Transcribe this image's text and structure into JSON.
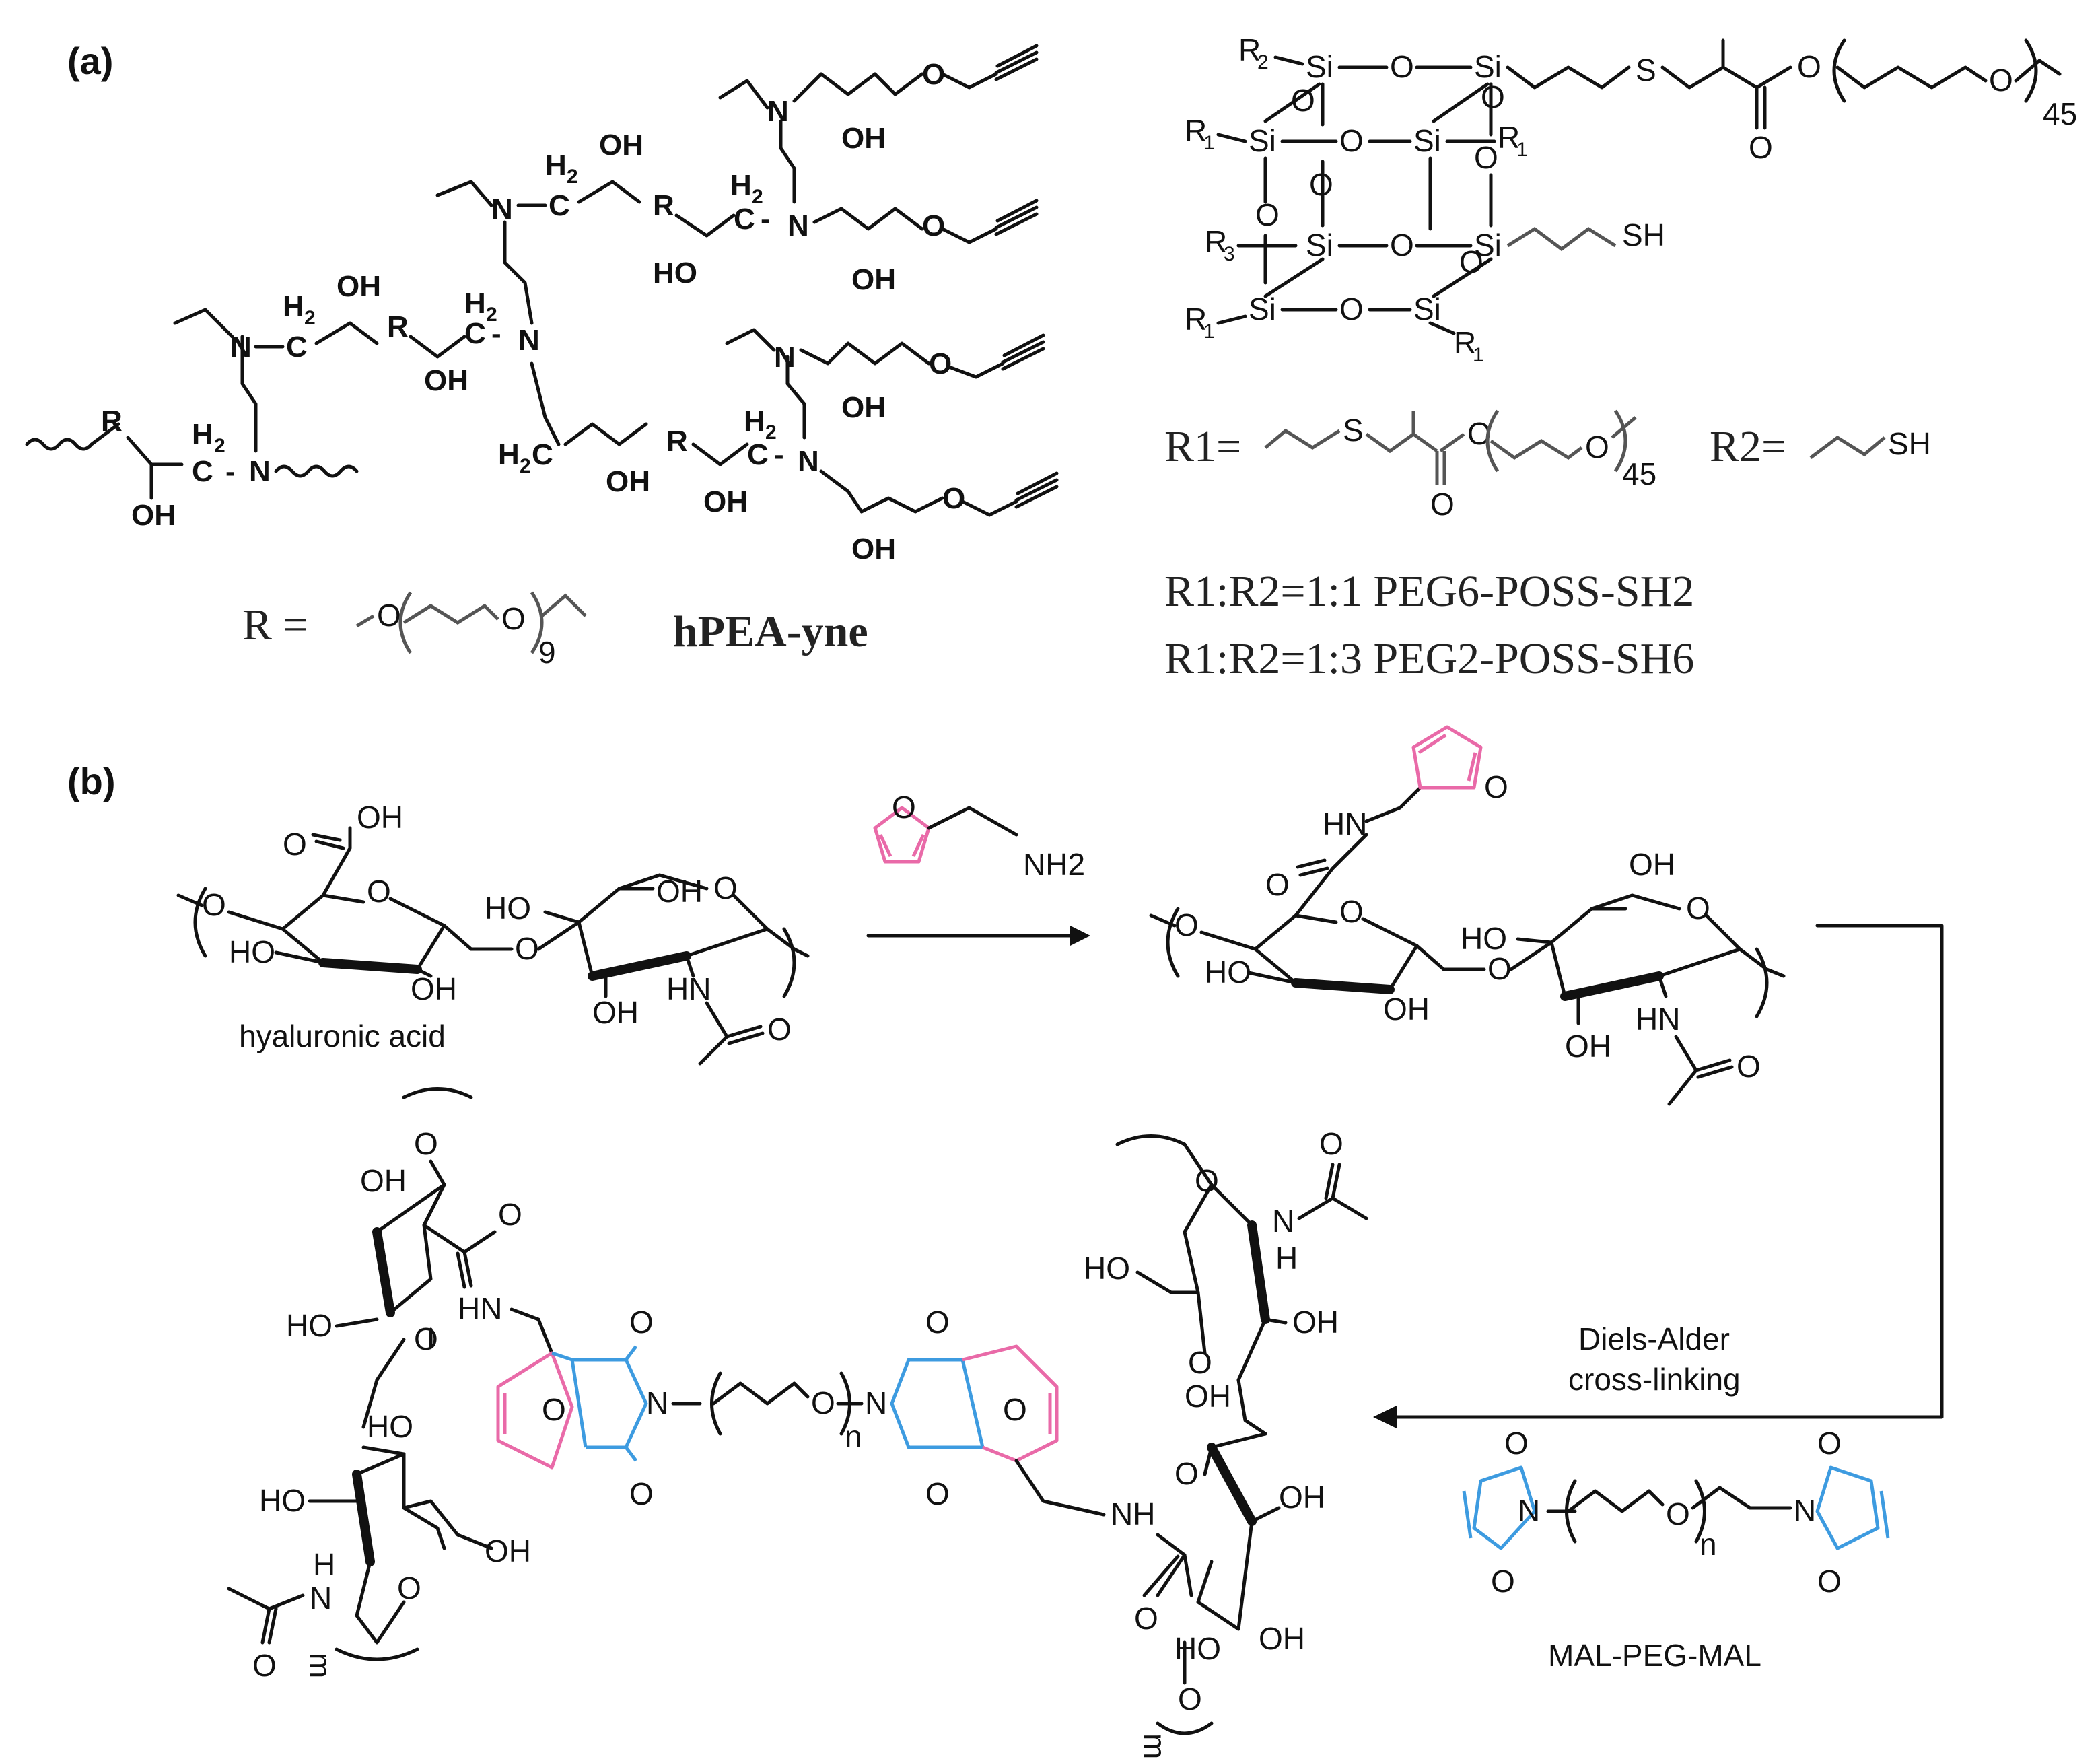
{
  "panels": {
    "a_label": "(a)",
    "b_label": "(b)"
  },
  "hpea": {
    "name": "hPEA-yne",
    "r_def_prefix": "R =",
    "r_repeat": "9",
    "atoms": [
      "N",
      "OH",
      "H2",
      "C",
      "R",
      "HO",
      "O"
    ]
  },
  "poss": {
    "r1_def": "R1=",
    "r1_repeat": "45",
    "r2_def": "R2=",
    "sh": "SH",
    "ratio_1": "R1:R2=1:1  PEG6-POSS-SH2",
    "ratio_2": "R1:R2=1:3  PEG2-POSS-SH6",
    "main_repeat": "45",
    "atoms": [
      "Si",
      "O",
      "S",
      "R1",
      "R2",
      "R3",
      "SH"
    ]
  },
  "scheme": {
    "hyaluronic_acid": "hyaluronic acid",
    "reagent_amine": "NH2",
    "step2_line1": "Diels-Alder",
    "step2_line2": "cross-linking",
    "crosslinker": "MAL-PEG-MAL",
    "repeat_n": "n",
    "repeat_m": "m",
    "atoms": [
      "OH",
      "HO",
      "O",
      "HN",
      "NH",
      "N",
      "H"
    ]
  },
  "colors": {
    "furan": "#e96aa8",
    "maleimide": "#3d9be0",
    "ink": "#111111"
  }
}
